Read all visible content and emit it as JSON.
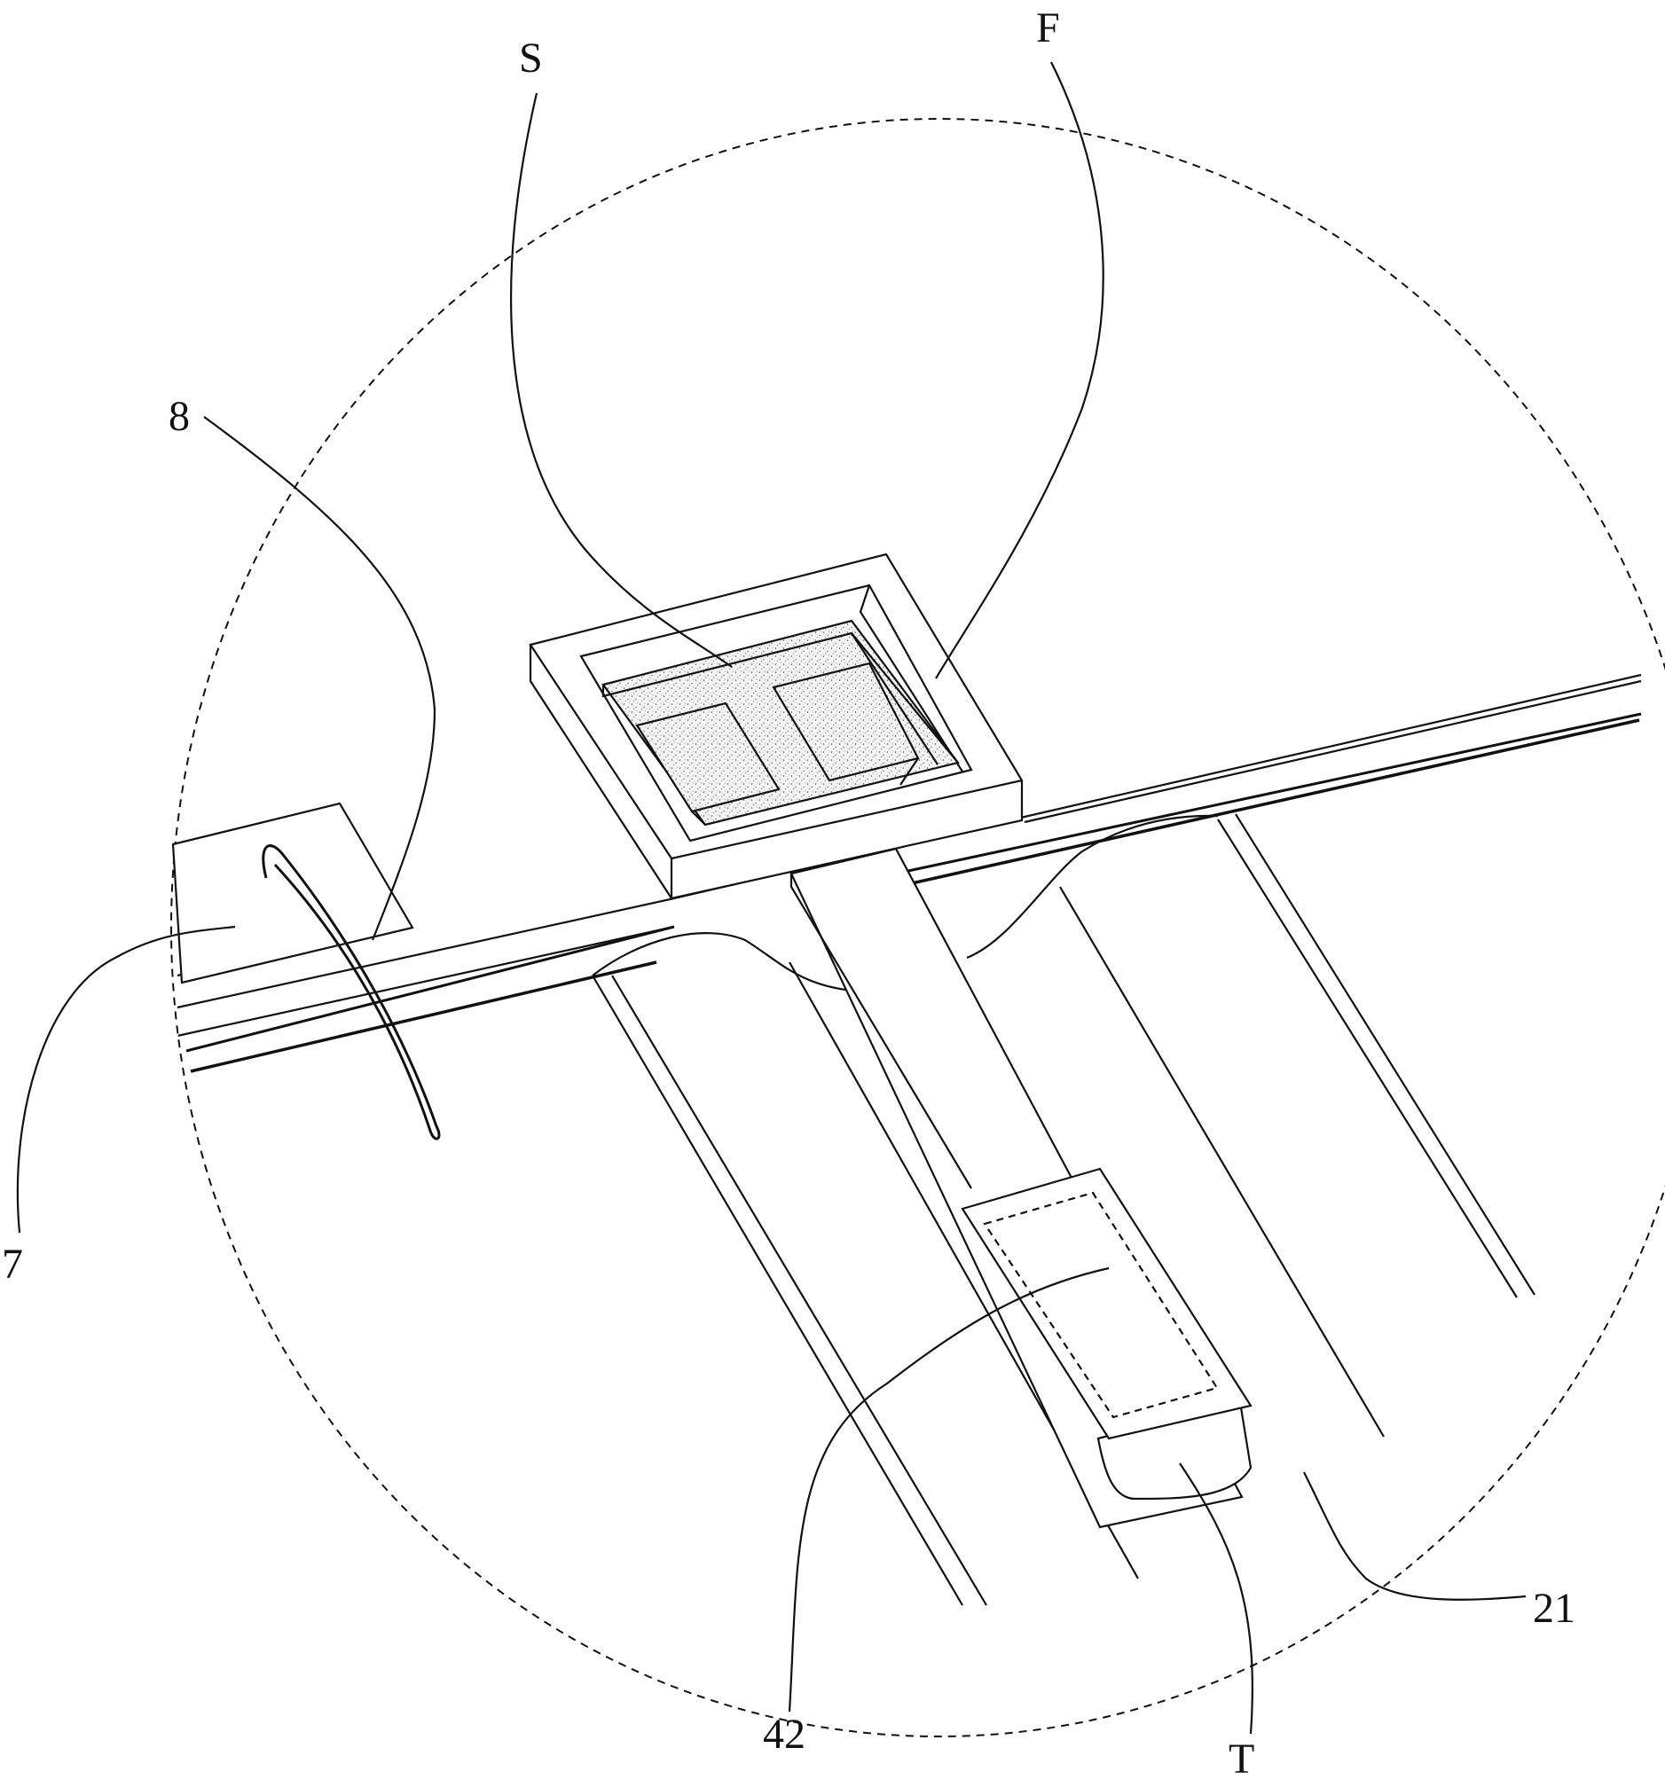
{
  "figure": {
    "labels": {
      "S": "S",
      "F": "F",
      "eight": "8",
      "seven": "7",
      "forty_two": "42",
      "twenty_one": "21",
      "T": "T"
    }
  }
}
